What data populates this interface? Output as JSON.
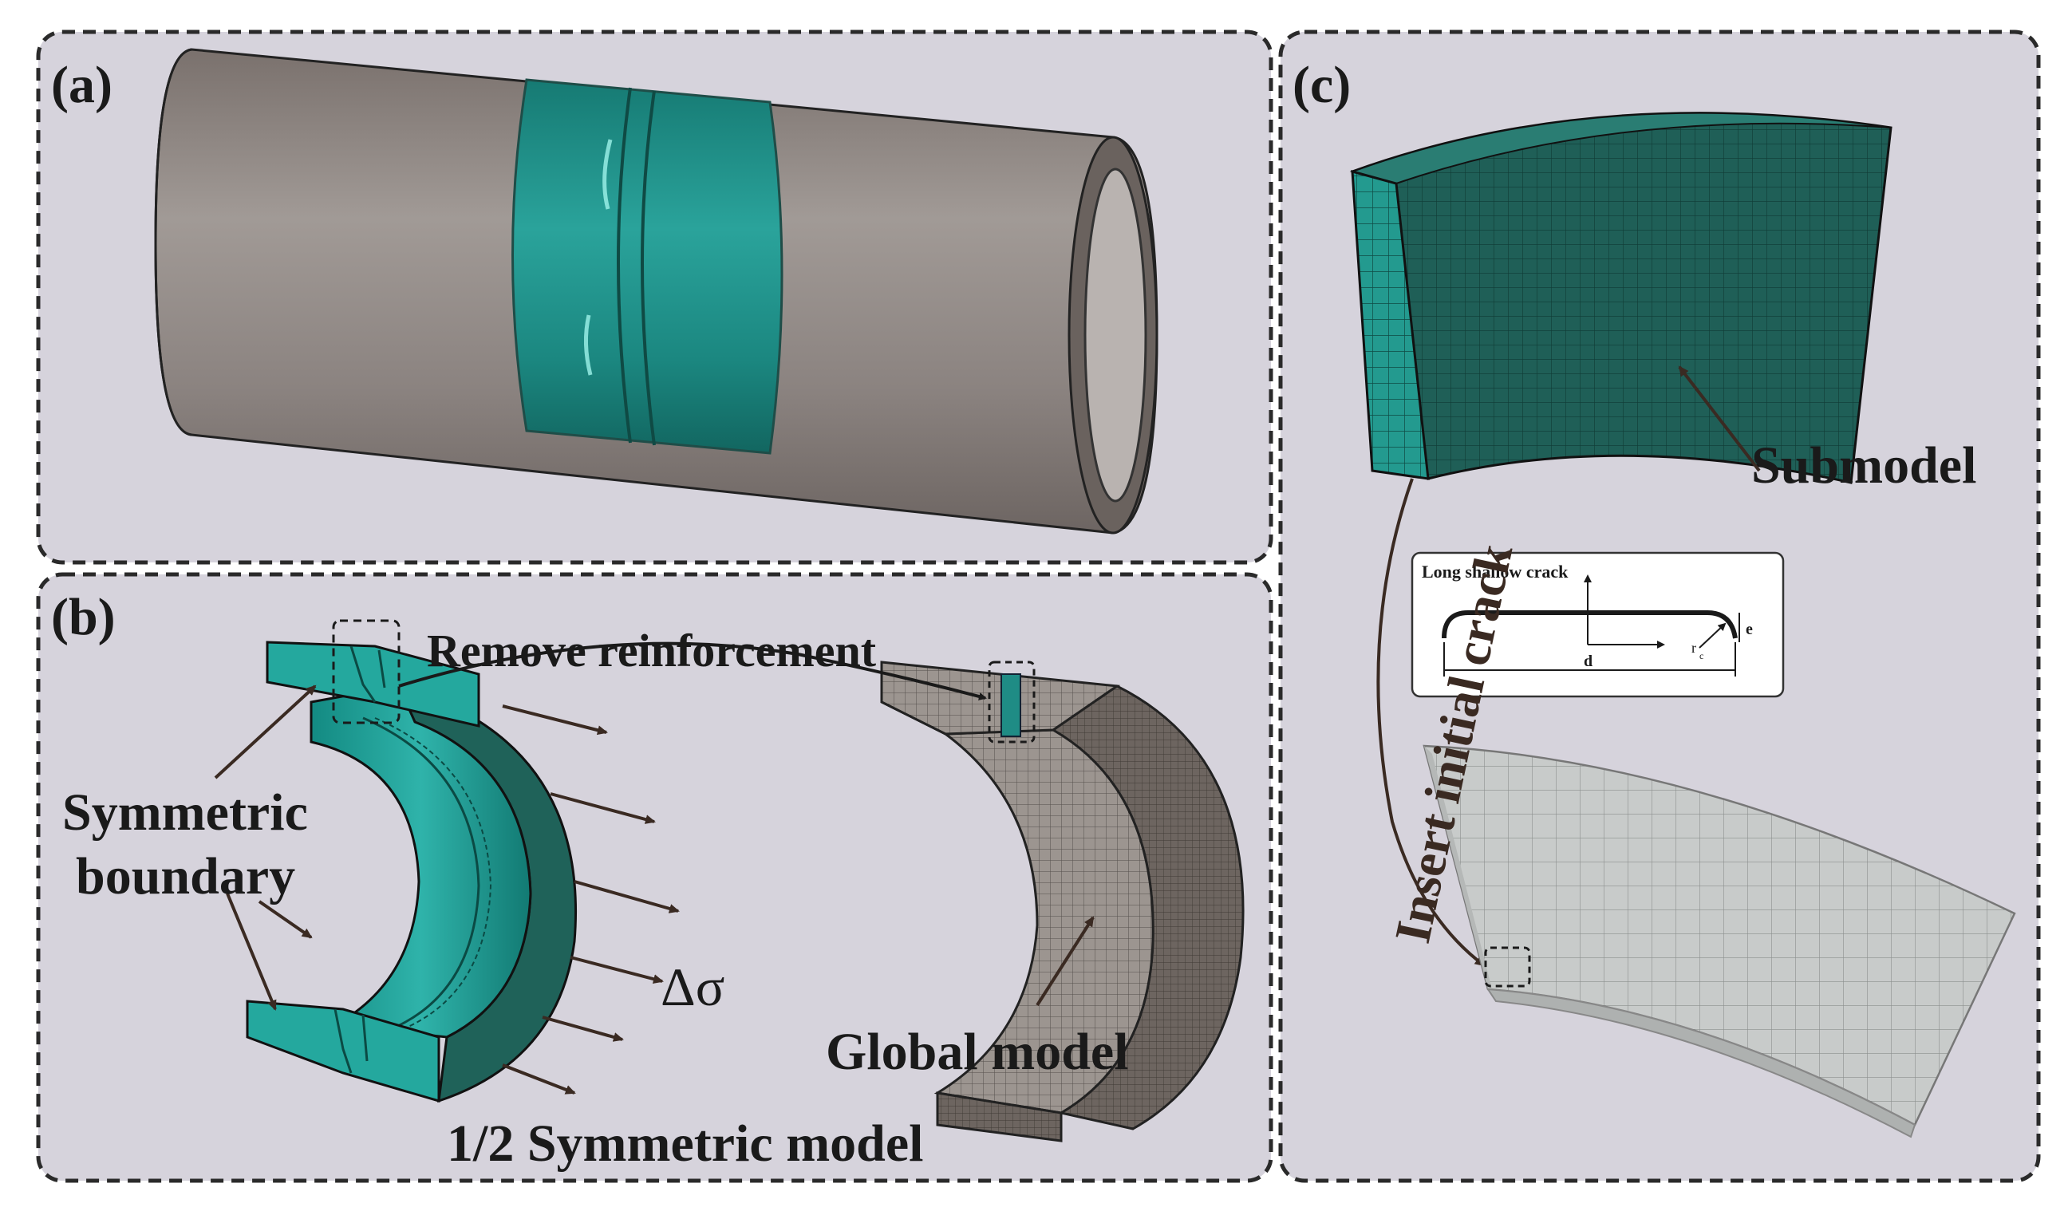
{
  "panels": {
    "a": {
      "label": "(a)"
    },
    "b": {
      "label": "(b)"
    },
    "c": {
      "label": "(c)"
    }
  },
  "annotations": {
    "remove_reinforcement": "Remove reinforcement",
    "symmetric_boundary_line1": "Symmetric",
    "symmetric_boundary_line2": "boundary",
    "delta_sigma": "Δσ",
    "global_model": "Global model",
    "half_symmetric_model": "1/2 Symmetric model",
    "submodel": "Submodel",
    "insert_initial_crack": "Insert initial crack"
  },
  "inset": {
    "title": "Long shallow crack",
    "dim_d": "d",
    "dim_rc": "r",
    "dim_rc_sub": "c",
    "dim_e": "e"
  },
  "colors": {
    "background": "#d6d3dc",
    "pipe_gray": "#8e8683",
    "weld_teal": "#1f8c85",
    "mesh_dark_teal": "#1f5f57",
    "mesh_light_gray": "#c4c7c6",
    "frame": "#2a2a2a"
  }
}
